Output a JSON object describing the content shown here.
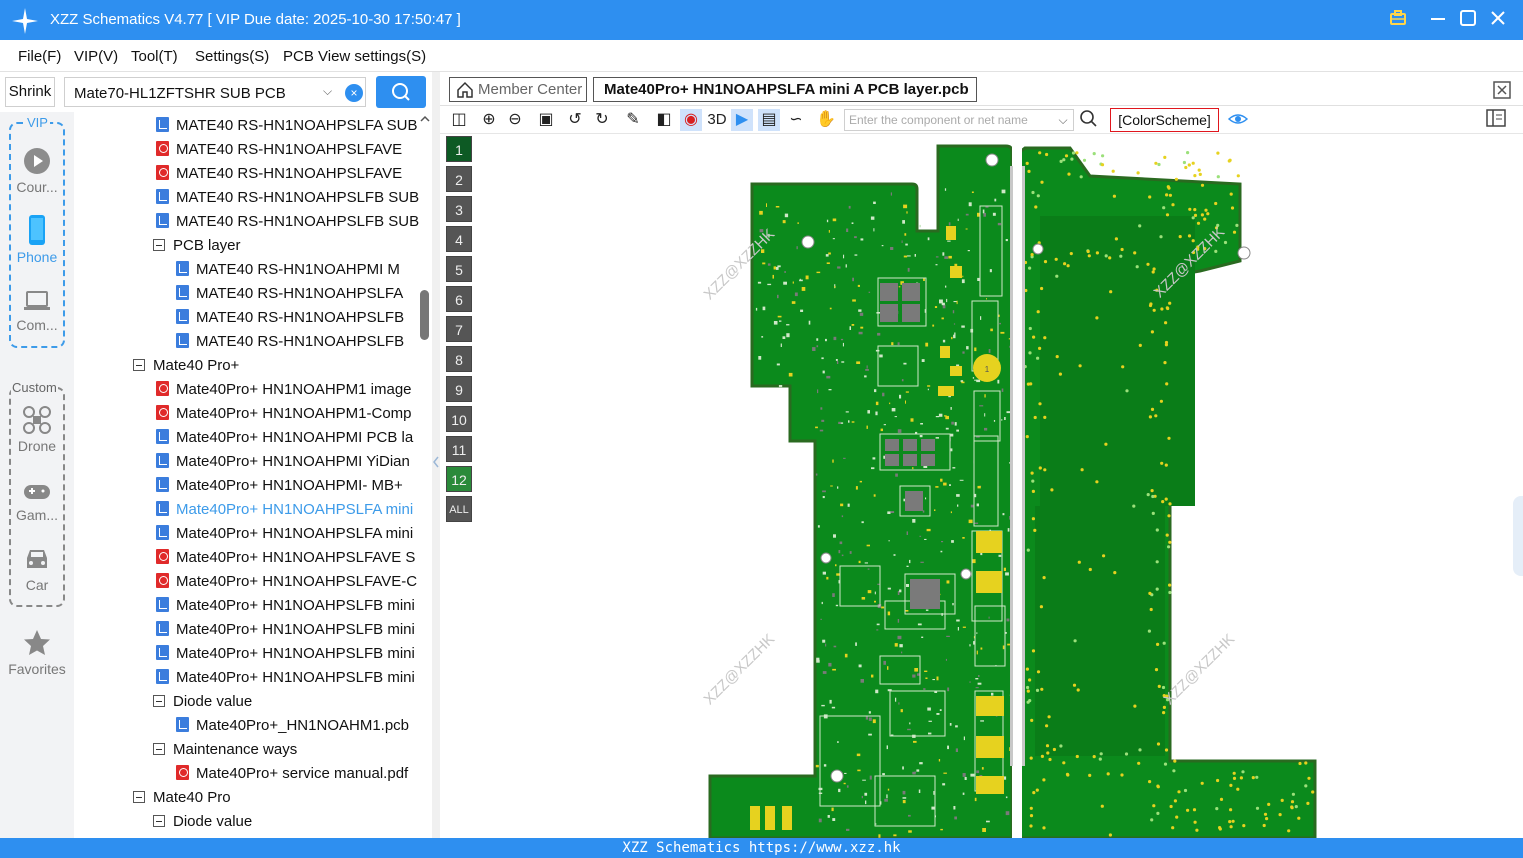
{
  "window": {
    "title": "XZZ Schematics V4.77 [ VIP Due date: 2025-10-30 17:50:47 ]"
  },
  "menu": [
    "File(F)",
    "VIP(V)",
    "Tool(T)",
    "Settings(S)",
    "PCB View settings(S)"
  ],
  "search": {
    "shrink_label": "Shrink",
    "value": "Mate70-HL1ZFTSHR SUB PCB"
  },
  "rail": {
    "vip_label": "VIP",
    "custom_label": "Custom",
    "items": [
      "Cour...",
      "Phone",
      "Com...",
      "Drone",
      "Gam...",
      "Car",
      "Favorites"
    ]
  },
  "tree": [
    "MATE40 RS-HN1NOAHPSLFA SUB",
    "MATE40 RS-HN1NOAHPSLFAVE",
    "MATE40 RS-HN1NOAHPSLFAVE",
    "MATE40 RS-HN1NOAHPSLFB SUB",
    "MATE40 RS-HN1NOAHPSLFB SUB",
    "PCB layer",
    "MATE40 RS-HN1NOAHPMI M",
    "MATE40 RS-HN1NOAHPSLFA",
    "MATE40 RS-HN1NOAHPSLFB",
    "MATE40 RS-HN1NOAHPSLFB",
    "Mate40 Pro+",
    "Mate40Pro+ HN1NOAHPM1 image",
    "Mate40Pro+ HN1NOAHPM1-Comp",
    "Mate40Pro+ HN1NOAHPMI PCB la",
    "Mate40Pro+ HN1NOAHPMI YiDian",
    "Mate40Pro+ HN1NOAHPMI- MB+",
    "Mate40Pro+ HN1NOAHPSLFA mini",
    "Mate40Pro+ HN1NOAHPSLFA mini",
    "Mate40Pro+ HN1NOAHPSLFAVE S",
    "Mate40Pro+ HN1NOAHPSLFAVE-C",
    "Mate40Pro+ HN1NOAHPSLFB mini",
    "Mate40Pro+ HN1NOAHPSLFB mini",
    "Mate40Pro+ HN1NOAHPSLFB mini",
    "Mate40Pro+ HN1NOAHPSLFB mini",
    "Diode value",
    "Mate40Pro+_HN1NOAHM1.pcb",
    "Maintenance ways",
    "Mate40Pro+ service manual.pdf",
    "Mate40 Pro",
    "Diode value"
  ],
  "tabs": {
    "member": "Member Center",
    "active": "Mate40Pro+ HN1NOAHPSLFA mini A PCB layer.pcb"
  },
  "toolbar": {
    "three_d": "3D",
    "net_placeholder": "Enter the component or net name",
    "color_scheme": "[ColorScheme]"
  },
  "layers": [
    "1",
    "2",
    "3",
    "4",
    "5",
    "6",
    "7",
    "8",
    "9",
    "10",
    "11",
    "12",
    "ALL"
  ],
  "board": {
    "watermark": "XZZ@XZZHK",
    "pin_label": "1"
  },
  "status": "XZZ Schematics https://www.xzz.hk",
  "colors": {
    "accent": "#2e8ff0",
    "pcb_green": "#0b8a1c",
    "pad_yellow": "#e6d21f",
    "selected_item": "#3d9be9"
  }
}
